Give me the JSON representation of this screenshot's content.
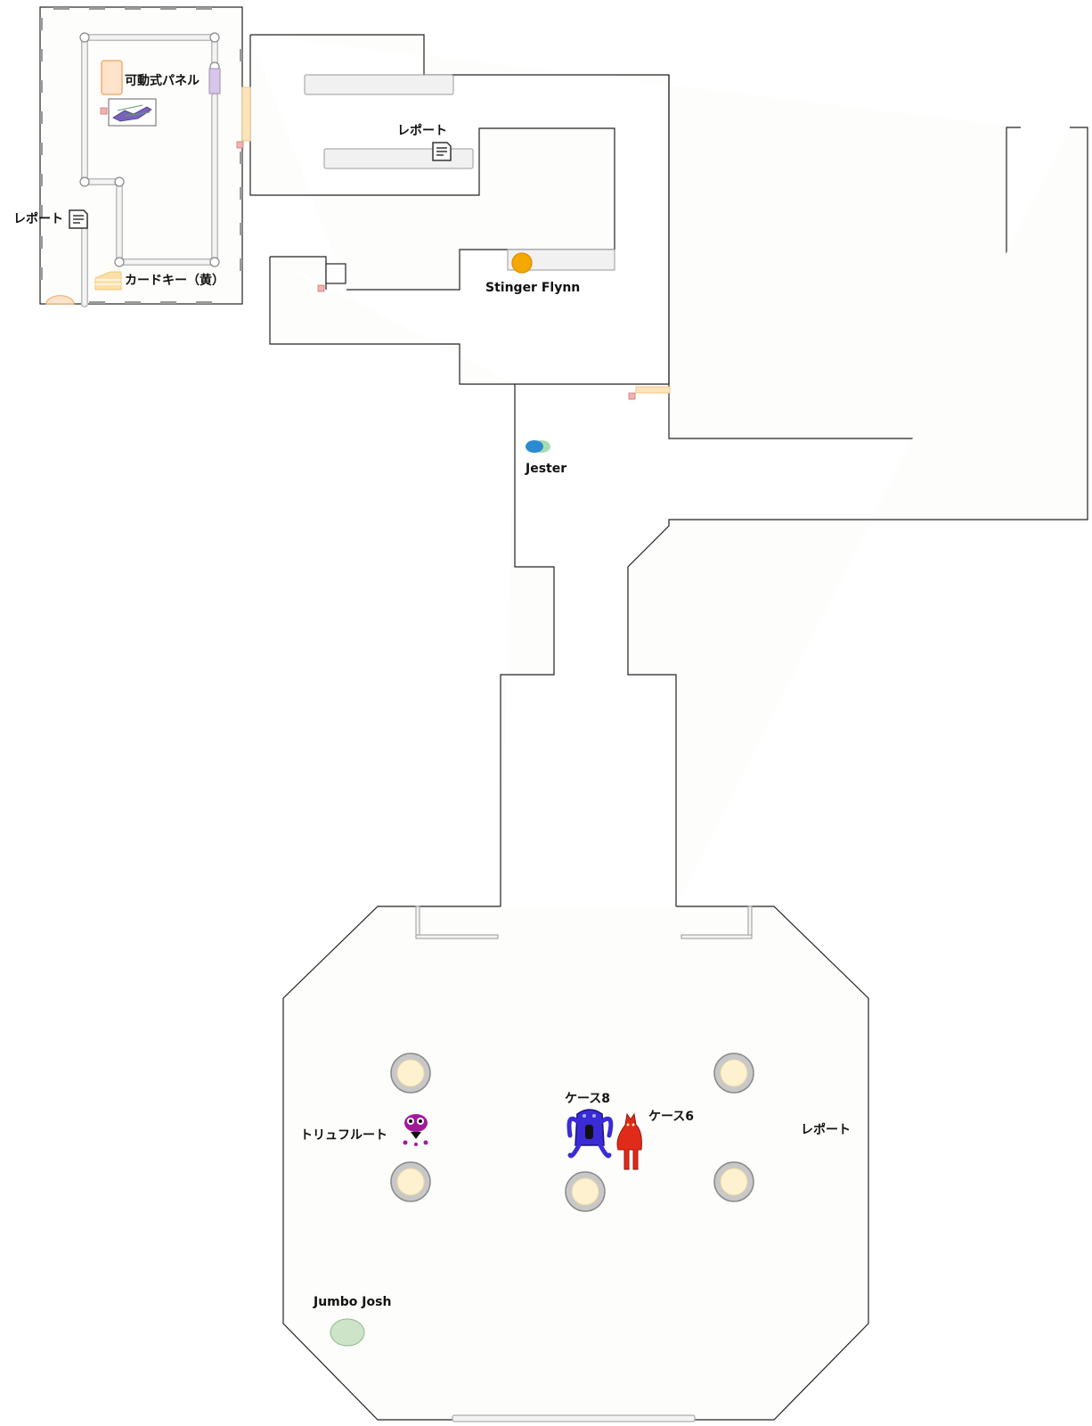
{
  "labels": {
    "movable_panel": "可動式パネル",
    "report_inset_left": "レポート",
    "card_key_yellow": "カードキー（黄）",
    "report_upper": "レポート",
    "stinger_flynn": "Stinger Flynn",
    "jester": "Jester",
    "case8": "ケース8",
    "case6": "ケース6",
    "truffleroot": "トリュフルート",
    "report_arena": "レポート",
    "jumbo_josh": "Jumbo Josh"
  },
  "colors": {
    "wall": "#222222",
    "floor": "#fdfdfb",
    "door_marker": "#f0b3b3",
    "passage": "#fbe3bb",
    "pipe": "#e6e6e6",
    "pedestal_fill": "#fdf1cf",
    "stinger_flynn": "#f5a800",
    "jester_blue": "#2a8bd1",
    "jester_green": "#a8dcb0",
    "jumbo_josh": "#cde4c9",
    "case8": "#3b2bd6",
    "case6": "#e02a1a",
    "truffleroot": "#a01a9a",
    "movable_panel": "#d8c6e8",
    "card_key": "#fbe0a8"
  },
  "icons": [
    "report-icon",
    "card-key-icon",
    "pedestal-icon",
    "door-marker-icon"
  ]
}
